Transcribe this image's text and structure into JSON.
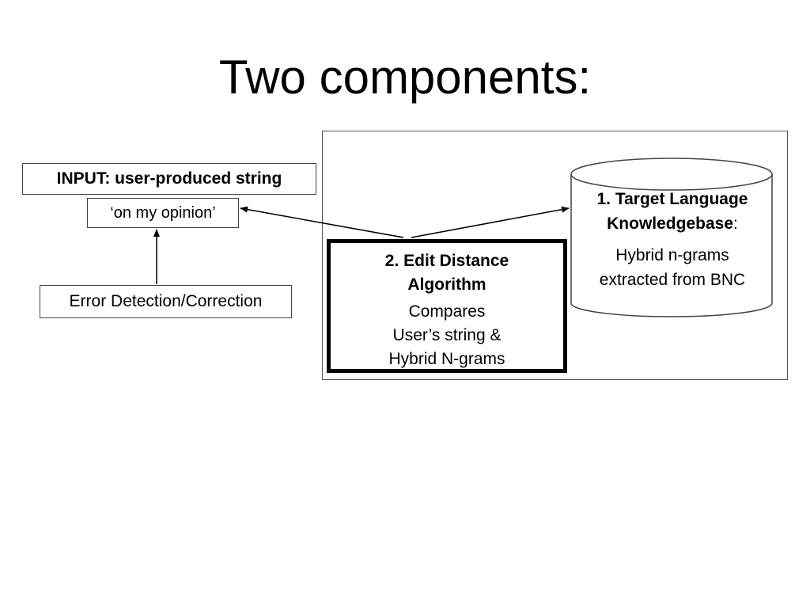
{
  "slide": {
    "title": "Two components:"
  },
  "input_box": {
    "label": "INPUT: user-produced string"
  },
  "example_box": {
    "text": "‘on my opinion’"
  },
  "error_box": {
    "label": "Error Detection/Correction"
  },
  "algorithm_box": {
    "title_line1": "2. Edit Distance",
    "title_line2": "Algorithm",
    "body_line1": "Compares",
    "body_line2": "User’s string &",
    "body_line3": "Hybrid N-grams"
  },
  "knowledgebase": {
    "title_line1": "1. Target Language",
    "title_line2": "Knowledgebase",
    "title_suffix": ":",
    "body_line1": "Hybrid n-grams",
    "body_line2": "extracted from BNC"
  },
  "colors": {
    "line": "#000000",
    "border": "#444444",
    "background": "#ffffff"
  }
}
